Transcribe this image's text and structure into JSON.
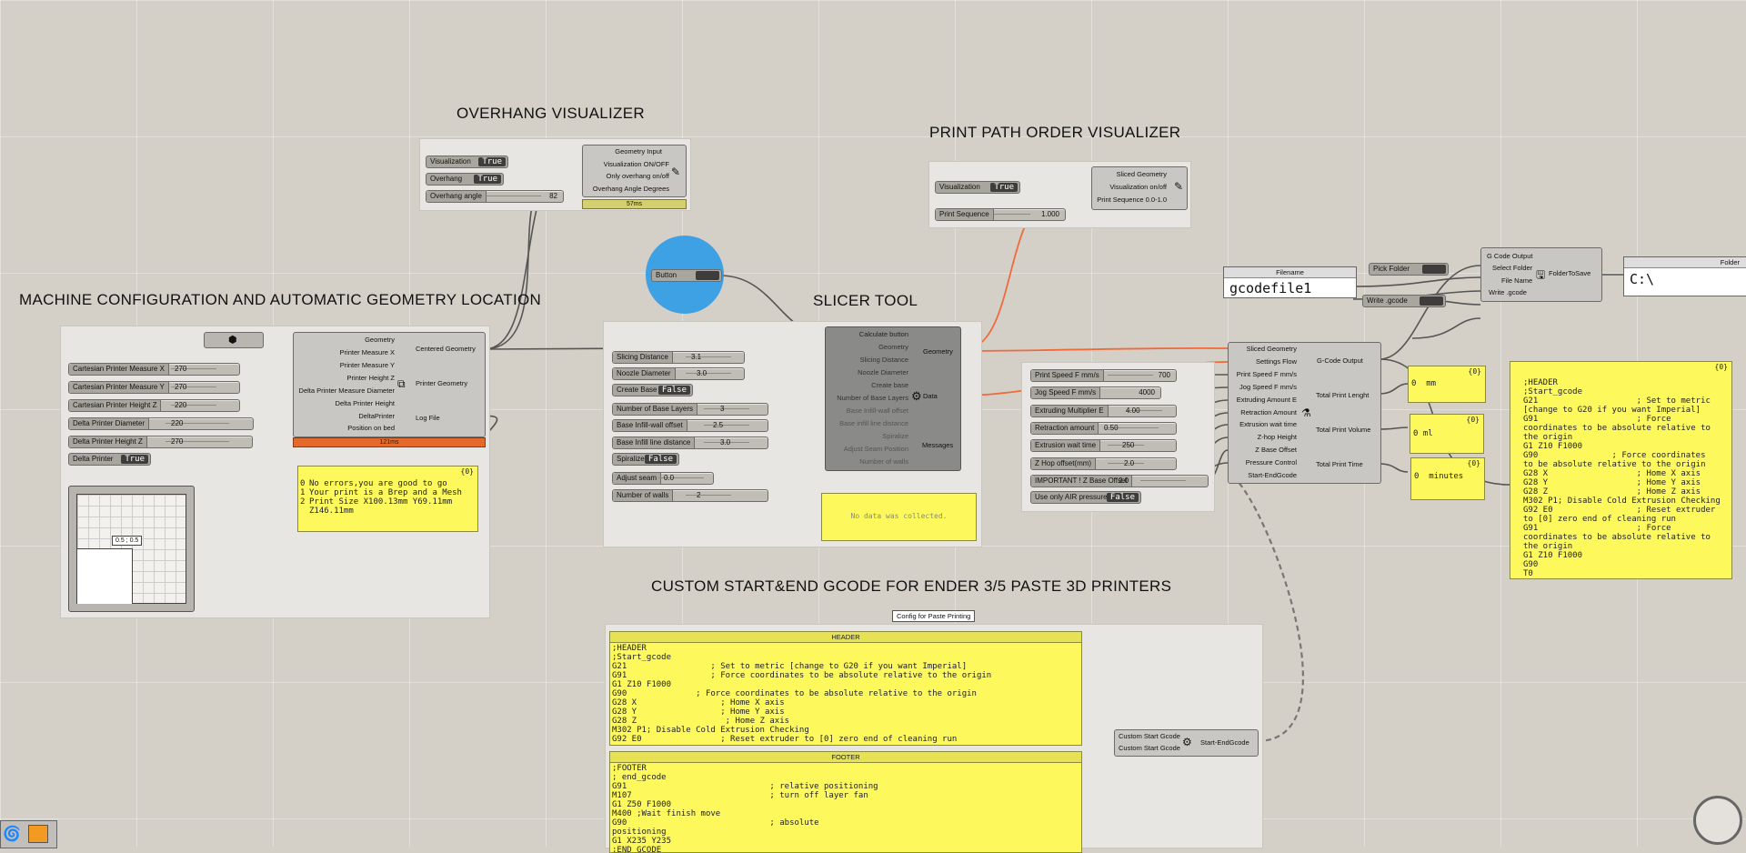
{
  "titles": {
    "overhang": "OVERHANG VISUALIZER",
    "print_path": "PRINT PATH ORDER VISUALIZER",
    "machine": "MACHINE CONFIGURATION AND AUTOMATIC GEOMETRY LOCATION",
    "slicer": "SLICER TOOL",
    "custom_gcode": "CUSTOM START&END GCODE FOR ENDER 3/5 PASTE 3D PRINTERS"
  },
  "overhang": {
    "visualization_label": "Visualization",
    "visualization_value": "True",
    "overhang_label": "Overhang",
    "overhang_value": "True",
    "angle_label": "Overhang angle",
    "angle_value": "82",
    "inputs": [
      "Geometry Input",
      "Visualization ON/OFF",
      "Only overhang on/off",
      "Overhang Angle Degrees"
    ],
    "timing": "57ms"
  },
  "print_path": {
    "visualization_label": "Visualization",
    "visualization_value": "True",
    "sequence_label": "Print Sequence",
    "sequence_value": "1.000",
    "inputs": [
      "Sliced Geometry",
      "Visualization on/off",
      "Print Sequence 0.0-1.0"
    ]
  },
  "button": {
    "label": "Button"
  },
  "machine": {
    "sliders": [
      {
        "label": "Cartesian Printer Measure X",
        "value": "270"
      },
      {
        "label": "Cartesian Printer Measure Y",
        "value": "270"
      },
      {
        "label": "Cartesian Printer Height Z",
        "value": "220"
      },
      {
        "label": "Delta Printer Diameter",
        "value": "220"
      },
      {
        "label": "Delta Printer Height Z",
        "value": "270"
      }
    ],
    "delta_toggle_label": "Delta Printer",
    "delta_toggle_value": "True",
    "inputs": [
      "Geometry",
      "Printer Measure X",
      "Printer Measure Y",
      "Printer Height Z",
      "Delta Printer Measure Diameter",
      "Delta Printer Height",
      "DeltaPrinter",
      "Position on bed"
    ],
    "outputs": [
      "Centered Geometry",
      "Printer Geometry",
      "Log File"
    ],
    "timing": "121ms",
    "log_index": "{0}",
    "log_lines": [
      "No errors,you are good to go",
      "Your print is a Brep and a Mesh",
      "Print Size X100.13mm Y69.11mm Z146.11mm"
    ],
    "log_numbers": [
      "0",
      "1",
      "2"
    ],
    "graph_value": "0.5 ; 0.5"
  },
  "slicer": {
    "sliders": [
      {
        "label": "Slicing Distance",
        "value": "3.1"
      },
      {
        "label": "Noozle Diameter",
        "value": "3.0"
      },
      {
        "label": "Number of Base Layers",
        "value": "3"
      },
      {
        "label": "Base Infill-wall offset",
        "value": "2.5"
      },
      {
        "label": "Base Infill line distance",
        "value": "3.0"
      },
      {
        "label": "Adjust seam",
        "value": "0.0"
      },
      {
        "label": "Number of walls",
        "value": "2"
      }
    ],
    "create_base_label": "Create Base",
    "create_base_value": "False",
    "spiralize_label": "Spiralize",
    "spiralize_value": "False",
    "inputs": [
      "Calculate button",
      "Geometry",
      "Slicing Distance",
      "Noozle Diameter",
      "Create base",
      "Number of Base Layers",
      "Base Infill-wall offset",
      "Base infill line distance",
      "Spiralize",
      "Adjust Seam Position",
      "Number of walls"
    ],
    "outputs": [
      "Geometry",
      "Data",
      "Messages"
    ],
    "messages_panel": "No data was collected."
  },
  "gcode": {
    "filename_header": "Filename",
    "filename_value": "gcodefile1",
    "pick_folder_label": "Pick Folder",
    "write_gcode_label": "Write .gcode",
    "save_inputs": [
      "G Code Output",
      "Select Folder",
      "File Name",
      "Write .gcode"
    ],
    "save_output": "FolderToSave",
    "folder_header": "Folder",
    "folder_value": "C:\\",
    "sliders": [
      {
        "label": "Print Speed F mm/s",
        "value": "700"
      },
      {
        "label": "Jog Speed F mm/s",
        "value": "4000"
      },
      {
        "label": "Extruding Multiplier E",
        "value": "4.00"
      },
      {
        "label": "Retraction amount",
        "value": "0.50"
      },
      {
        "label": "Extrusion wait time",
        "value": "250"
      },
      {
        "label": "Z Hop offset(mm)",
        "value": "2.0"
      },
      {
        "label": "IMPORTANT ! Z Base Offset",
        "value": "2.0"
      }
    ],
    "air_label": "Use only AIR pressure",
    "air_value": "False",
    "inputs": [
      "Sliced Geometry",
      "Settings Flow",
      "Print Speed F mm/s",
      "Jog Speed F mm/s",
      "Extruding Amount E",
      "Retraction Amount",
      "Extrusion wait time",
      "Z-hop Height",
      "Z Base Offset",
      "Pressure Control",
      "Start-EndGcode"
    ],
    "outputs": [
      "G-Code Output",
      "Total Print Lenght",
      "Total Print Volume",
      "Total Print Time"
    ],
    "length_index": "{0}",
    "length_value": "mm",
    "volume_index": "{0}",
    "volume_value": "ml",
    "time_index": "{0}",
    "time_value": "minutes",
    "panel_zero": "0",
    "output_index": "{0}",
    "output_lines": ";HEADER\n;Start_gcode\nG21                    ; Set to metric\n[change to G20 if you want Imperial]\nG91                    ; Force\ncoordinates to be absolute relative to\nthe origin\nG1 Z10 F1000\nG90               ; Force coordinates\nto be absolute relative to the origin\nG28 X                  ; Home X axis\nG28 Y                  ; Home Y axis\nG28 Z                  ; Home Z axis\nM302 P1; Disable Cold Extrusion Checking\nG92 E0                 ; Reset extruder\nto [0] zero end of cleaning run\nG91                    ; Force\ncoordinates to be absolute relative to\nthe origin\nG1 Z10 F1000\nG90\nT0"
  },
  "custom": {
    "config_label": "Config for Paste Printing",
    "header_title": "HEADER",
    "header_text": ";HEADER\n;Start_gcode\nG21                 ; Set to metric [change to G20 if you want Imperial]\nG91                 ; Force coordinates to be absolute relative to the origin\nG1 Z10 F1000\nG90              ; Force coordinates to be absolute relative to the origin\nG28 X                 ; Home X axis\nG28 Y                 ; Home Y axis\nG28 Z                  ; Home Z axis\nM302 P1; Disable Cold Extrusion Checking\nG92 E0                ; Reset extruder to [0] zero end of cleaning run",
    "footer_title": "FOOTER",
    "footer_text": ";FOOTER\n; end_gcode\nG91                             ; relative positioning\nM107                            ; turn off layer fan\nG1 Z50 F1000\nM400 ;Wait finish move\nG90                             ; absolute\npositioning\nG1 X235 Y235\n;END GCODE",
    "inputs": [
      "Custom Start Gcode",
      "Custom Start Gcode"
    ],
    "output": "Start-EndGcode"
  }
}
